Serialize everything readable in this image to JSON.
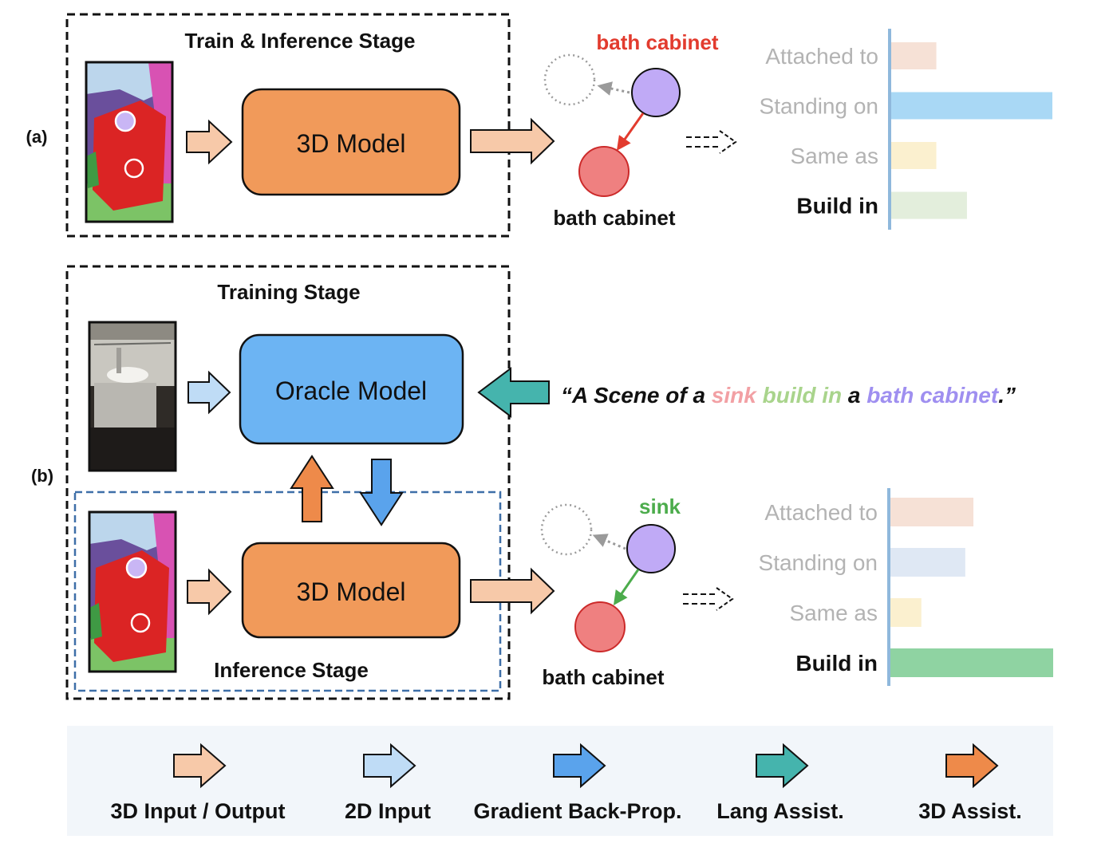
{
  "panel_a": {
    "label": "(a)",
    "stage_title": "Train & Inference Stage",
    "model_label": "3D Model",
    "graph": {
      "top_label": "bath cabinet",
      "bottom_label": "bath cabinet"
    },
    "relations": [
      {
        "label": "Attached to",
        "value": 0.28,
        "color": "#f6e1d6",
        "emphasis": false
      },
      {
        "label": "Standing on",
        "value": 1.0,
        "color": "#a9d8f5",
        "emphasis": false
      },
      {
        "label": "Same as",
        "value": 0.28,
        "color": "#fbf0cf",
        "emphasis": false
      },
      {
        "label": "Build in",
        "value": 0.47,
        "color": "#e3eedc",
        "emphasis": true
      }
    ]
  },
  "panel_b": {
    "label": "(b)",
    "training_title": "Training Stage",
    "inference_title": "Inference Stage",
    "oracle_label": "Oracle Model",
    "model_label": "3D Model",
    "caption": {
      "open": "“A Scene of a ",
      "subject": "sink",
      "relation": " build in",
      "middle": " a ",
      "object": "bath cabinet",
      "close": ".”",
      "subject_color": "#f2a0a4",
      "relation_color": "#a9d48c",
      "object_color": "#9f8ff0"
    },
    "graph": {
      "top_label": "sink",
      "bottom_label": "bath cabinet"
    },
    "relations": [
      {
        "label": "Attached to",
        "value": 0.51,
        "color": "#f6e1d6",
        "emphasis": false
      },
      {
        "label": "Standing on",
        "value": 0.46,
        "color": "#dfe8f4",
        "emphasis": false
      },
      {
        "label": "Same as",
        "value": 0.19,
        "color": "#fbf0cf",
        "emphasis": false
      },
      {
        "label": "Build in",
        "value": 1.0,
        "color": "#8fd3a2",
        "emphasis": true
      }
    ]
  },
  "legend": [
    {
      "label": "3D Input / Output",
      "color": "#f7c9a9"
    },
    {
      "label": "2D Input",
      "color": "#bfdcf6"
    },
    {
      "label": "Gradient Back-Prop.",
      "color": "#5aa3ec"
    },
    {
      "label": "Lang Assist.",
      "color": "#45b4ad"
    },
    {
      "label": "3D Assist.",
      "color": "#ee8a4a"
    }
  ],
  "colors": {
    "model_fill": "#f19a5a",
    "oracle_fill": "#6cb4f3",
    "top_node": "#c0aaf6",
    "bottom_node": "#ef8080",
    "edge_a": "#e23b2e",
    "edge_b": "#4cac4c",
    "label_a": "#e23b2e",
    "label_b": "#4cac4c",
    "axis": "#8fb8dc",
    "legend_bg": "#f2f6fa"
  }
}
